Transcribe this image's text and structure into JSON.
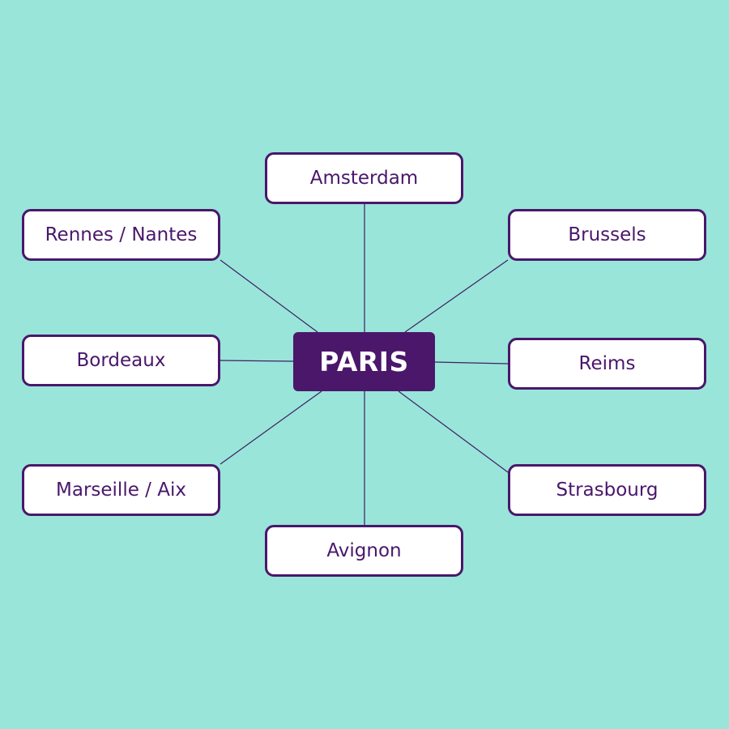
{
  "colors": {
    "background": "#99e5da",
    "accent": "#4a176b",
    "node_fill": "#ffffff",
    "center_text": "#ffffff"
  },
  "center": {
    "label": "PARIS"
  },
  "destinations": [
    {
      "id": "amsterdam",
      "label": "Amsterdam"
    },
    {
      "id": "rennes",
      "label": "Rennes / Nantes"
    },
    {
      "id": "brussels",
      "label": "Brussels"
    },
    {
      "id": "bordeaux",
      "label": "Bordeaux"
    },
    {
      "id": "reims",
      "label": "Reims"
    },
    {
      "id": "marseille",
      "label": "Marseille / Aix"
    },
    {
      "id": "strasbourg",
      "label": "Strasbourg"
    },
    {
      "id": "avignon",
      "label": "Avignon"
    }
  ]
}
